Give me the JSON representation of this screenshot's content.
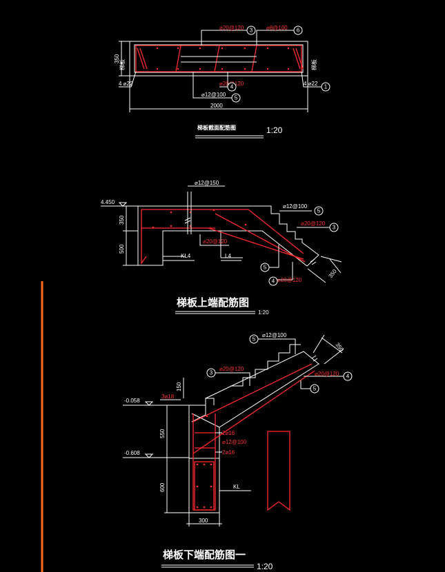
{
  "sections": {
    "section1": {
      "title": "梯板截面配筋图",
      "scale": "1:20",
      "dim_width": "2000",
      "dim_height": "350",
      "side_label_left": "梯板",
      "side_label_right": "梯板",
      "rebar_top": "⌀20@120",
      "rebar_stirrup": "⌀8@100",
      "rebar_bottom": "⌀20@120",
      "rebar_dist": "⌀12@100",
      "edge_left": "4 ⌀22",
      "edge_right": "4 ⌀22",
      "marks": [
        "3",
        "6",
        "4",
        "5",
        "1"
      ]
    },
    "section2": {
      "title": "梯板上端配筋图",
      "scale": "1:20",
      "elevation": "4.450",
      "dim_350": "350",
      "dim_500": "500",
      "dim_thick": "350",
      "rebar_dist": "⌀12@150",
      "rebar_top_right": "⌀12@100",
      "rebar_main": "⌀20@120",
      "rebar_bottom_mid": "⌀20@120",
      "rebar_bottom_right": "⌀20@120",
      "label_kl": "KL4",
      "label_l": "L4",
      "marks": [
        "5",
        "3",
        "5",
        "4"
      ]
    },
    "section3": {
      "title": "梯板下端配筋图一",
      "scale": "1:20",
      "elev_top": "-0.058",
      "elev_bottom": "-0.608",
      "dim_550": "550",
      "dim_600": "600",
      "dim_300": "300",
      "dim_150": "150",
      "dim_thick": "350",
      "rebar_top": "⌀12@100",
      "rebar_main": "⌀20@120",
      "rebar_main_right": "⌀20@120",
      "rebar_beam_top": "3⌀18",
      "rebar_beam_a": "2⌀16",
      "rebar_beam_stirrup": "⌀12@100",
      "rebar_beam_b": "2⌀16",
      "label_kl": "KL",
      "marks": [
        "5",
        "3",
        "4",
        "5"
      ]
    }
  }
}
